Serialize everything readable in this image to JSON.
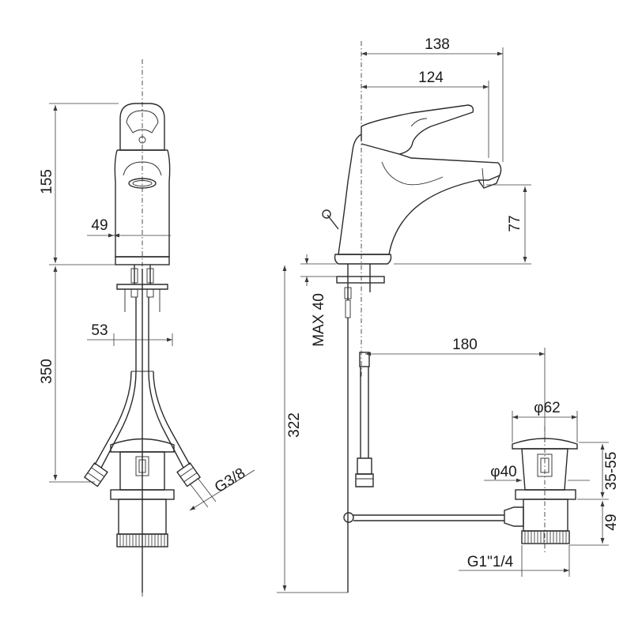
{
  "diagram": {
    "stroke_color": "#2b2b2b",
    "background": "#ffffff",
    "views": [
      "front-view",
      "side-view",
      "drain-assembly"
    ],
    "dimensions": {
      "height_body": "155",
      "base_width": "49",
      "hose_width": "53",
      "hose_length": "350",
      "connection_thread": "G3/8",
      "spout_reach_overall": "138",
      "spout_reach": "124",
      "spout_height": "77",
      "deck_thickness": "MAX 40",
      "rod_length": "322",
      "drain_offset": "180",
      "drain_flange_diameter": "φ62",
      "drain_body_diameter": "φ40",
      "drain_range": "35-55",
      "drain_height": "49",
      "drain_thread": "G1\"1/4"
    }
  }
}
